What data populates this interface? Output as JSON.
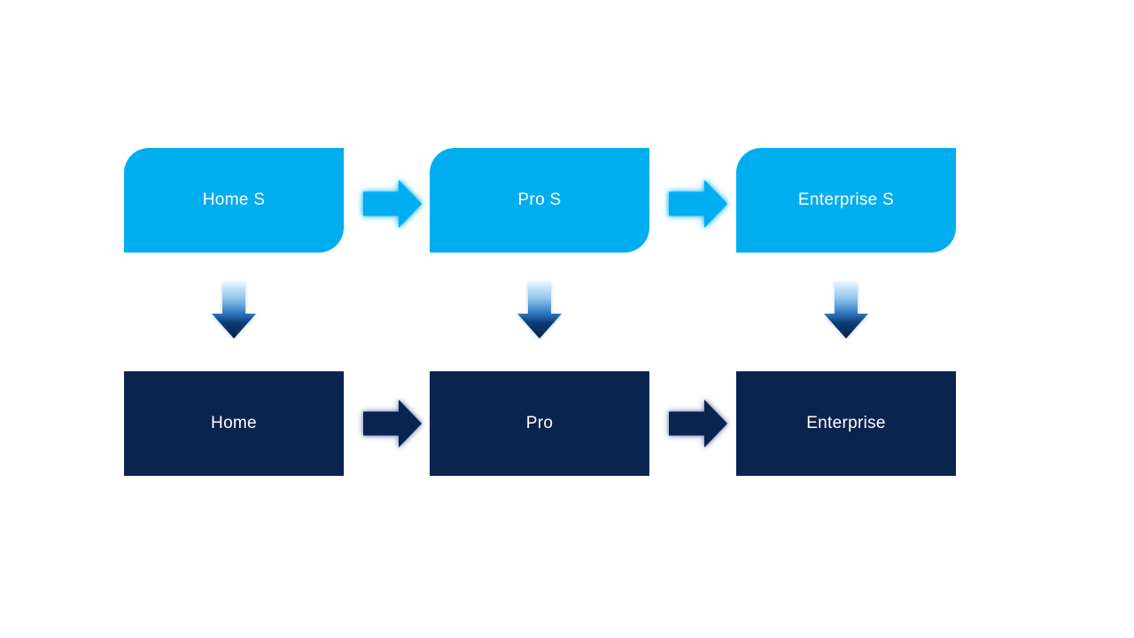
{
  "page": {
    "background": "#ffffff"
  },
  "colors": {
    "accent_light_blue": "#00aeef",
    "accent_dark_navy": "#0a2450",
    "box_text": "#ffffff"
  },
  "diagram": {
    "columns": [
      {
        "id": "home",
        "top_label": "Home S",
        "bottom_label": "Home"
      },
      {
        "id": "pro",
        "top_label": "Pro S",
        "bottom_label": "Pro"
      },
      {
        "id": "enterprise",
        "top_label": "Enterprise S",
        "bottom_label": "Enterprise"
      }
    ],
    "connectors": {
      "horizontal_icon": "right-arrow",
      "vertical_icon": "down-arrow"
    }
  }
}
